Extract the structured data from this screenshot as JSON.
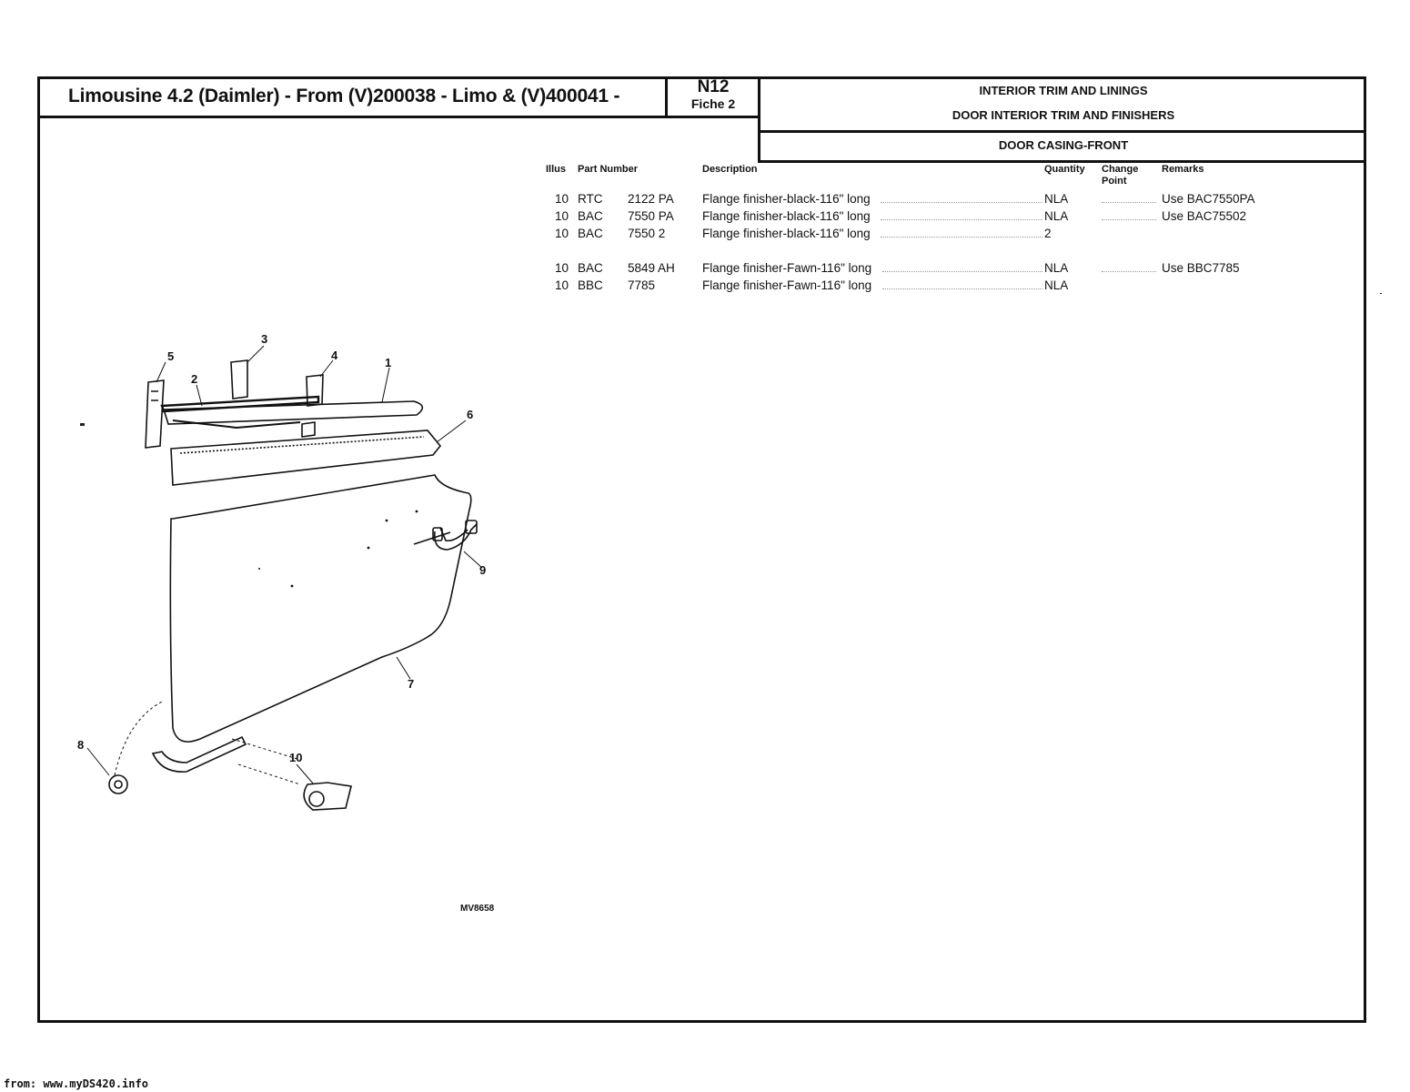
{
  "header": {
    "title": "Limousine 4.2 (Daimler) - From (V)200038 - Limo & (V)400041 -",
    "fiche_number": "N12",
    "fiche_label": "Fiche 2",
    "section_line1": "INTERIOR TRIM AND LININGS",
    "section_line2": "DOOR INTERIOR TRIM AND FINISHERS",
    "subsection": "DOOR CASING-FRONT"
  },
  "columns": {
    "illus": "Illus",
    "part_number": "Part Number",
    "description": "Description",
    "quantity": "Quantity",
    "change_point": "Change Point",
    "remarks": "Remarks"
  },
  "parts": [
    {
      "illus": "10",
      "prefix": "RTC",
      "number": "2122 PA",
      "description": "Flange finisher-black-116\" long",
      "quantity": "NLA",
      "remarks": "Use BAC7550PA"
    },
    {
      "illus": "10",
      "prefix": "BAC",
      "number": "7550 PA",
      "description": "Flange finisher-black-116\" long",
      "quantity": "NLA",
      "remarks": "Use BAC75502"
    },
    {
      "illus": "10",
      "prefix": "BAC",
      "number": "7550 2",
      "description": "Flange finisher-black-116\" long",
      "quantity": "2",
      "remarks": ""
    },
    {
      "illus": "10",
      "prefix": "BAC",
      "number": "5849 AH",
      "description": "Flange finisher-Fawn-116\" long",
      "quantity": "NLA",
      "remarks": "Use BBC7785"
    },
    {
      "illus": "10",
      "prefix": "BBC",
      "number": "7785",
      "description": "Flange finisher-Fawn-116\" long",
      "quantity": "NLA",
      "remarks": ""
    }
  ],
  "drawing": {
    "callouts": [
      "1",
      "2",
      "3",
      "4",
      "5",
      "6",
      "7",
      "8",
      "9",
      "10"
    ],
    "reference": "MV8658"
  },
  "footer": "from: www.myDS420.info"
}
